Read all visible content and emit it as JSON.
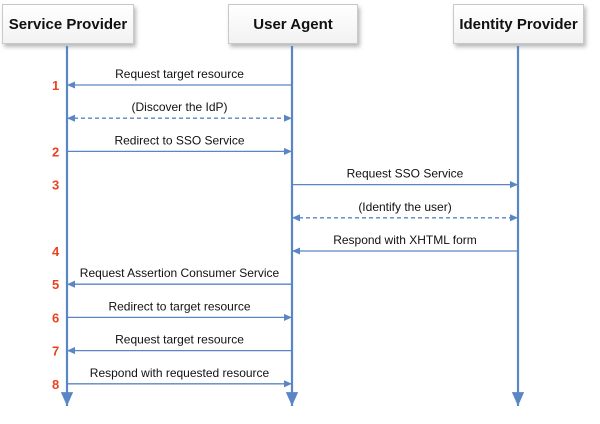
{
  "actors": {
    "service_provider": "Service Provider",
    "user_agent": "User Agent",
    "identity_provider": "Identity Provider"
  },
  "colors": {
    "lifeline": "#5b86c5",
    "step_number": "#e8431f"
  },
  "messages": [
    {
      "step": "1",
      "label": "Request target resource",
      "from": "user_agent",
      "to": "service_provider",
      "style": "solid"
    },
    {
      "step": "",
      "label": "(Discover the IdP)",
      "from": "service_provider",
      "to": "user_agent",
      "style": "dashed",
      "bidirectional": true
    },
    {
      "step": "2",
      "label": "Redirect to SSO Service",
      "from": "service_provider",
      "to": "user_agent",
      "style": "solid"
    },
    {
      "step": "3",
      "label": "Request SSO Service",
      "from": "user_agent",
      "to": "identity_provider",
      "style": "solid"
    },
    {
      "step": "",
      "label": "(Identify the user)",
      "from": "user_agent",
      "to": "identity_provider",
      "style": "dashed",
      "bidirectional": true
    },
    {
      "step": "4",
      "label": "Respond with XHTML form",
      "from": "identity_provider",
      "to": "user_agent",
      "style": "solid"
    },
    {
      "step": "5",
      "label": "Request Assertion Consumer Service",
      "from": "user_agent",
      "to": "service_provider",
      "style": "solid"
    },
    {
      "step": "6",
      "label": "Redirect to target resource",
      "from": "service_provider",
      "to": "user_agent",
      "style": "solid"
    },
    {
      "step": "7",
      "label": "Request target resource",
      "from": "user_agent",
      "to": "service_provider",
      "style": "solid"
    },
    {
      "step": "8",
      "label": "Respond with requested resource",
      "from": "service_provider",
      "to": "user_agent",
      "style": "solid"
    }
  ]
}
